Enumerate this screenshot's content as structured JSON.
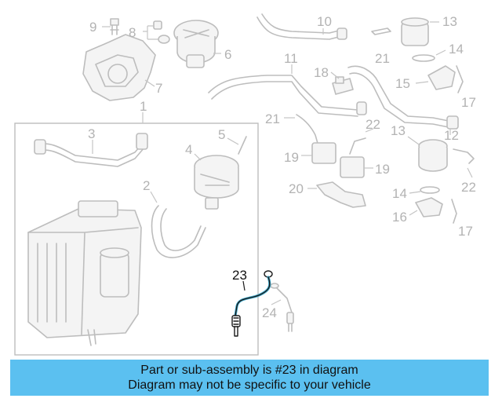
{
  "diagram": {
    "callouts": [
      {
        "id": "c1",
        "label": "1"
      },
      {
        "id": "c2",
        "label": "2"
      },
      {
        "id": "c3",
        "label": "3"
      },
      {
        "id": "c4",
        "label": "4"
      },
      {
        "id": "c5",
        "label": "5"
      },
      {
        "id": "c6",
        "label": "6"
      },
      {
        "id": "c7",
        "label": "7"
      },
      {
        "id": "c8",
        "label": "8"
      },
      {
        "id": "c9",
        "label": "9"
      },
      {
        "id": "c10",
        "label": "10"
      },
      {
        "id": "c11",
        "label": "11"
      },
      {
        "id": "c12",
        "label": "12"
      },
      {
        "id": "c13a",
        "label": "13"
      },
      {
        "id": "c13b",
        "label": "13"
      },
      {
        "id": "c14a",
        "label": "14"
      },
      {
        "id": "c14b",
        "label": "14"
      },
      {
        "id": "c15",
        "label": "15"
      },
      {
        "id": "c16",
        "label": "16"
      },
      {
        "id": "c17a",
        "label": "17"
      },
      {
        "id": "c17b",
        "label": "17"
      },
      {
        "id": "c18",
        "label": "18"
      },
      {
        "id": "c19a",
        "label": "19"
      },
      {
        "id": "c19b",
        "label": "19"
      },
      {
        "id": "c20",
        "label": "20"
      },
      {
        "id": "c21a",
        "label": "21"
      },
      {
        "id": "c21b",
        "label": "21"
      },
      {
        "id": "c22a",
        "label": "22"
      },
      {
        "id": "c22b",
        "label": "22"
      },
      {
        "id": "c23",
        "label": "23",
        "highlighted": true
      },
      {
        "id": "c24",
        "label": "24"
      }
    ],
    "highlight_color": "#3aa6c9"
  },
  "banner": {
    "line1": "Part or sub-assembly is #23 in diagram",
    "line2": "Diagram may not be specific to your vehicle",
    "background": "#5bc0f0"
  }
}
